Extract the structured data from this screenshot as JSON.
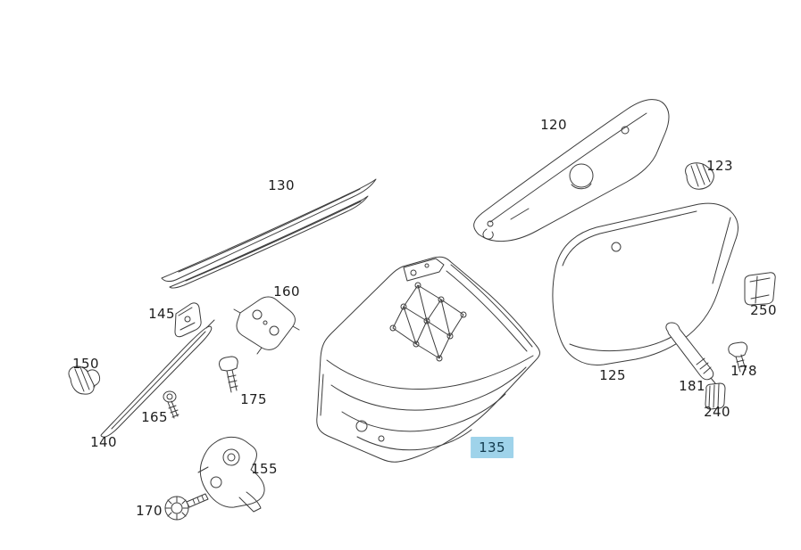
{
  "diagram": {
    "type": "exploded-parts-diagram",
    "subject": "steering-column-covers",
    "background": "#ffffff",
    "line_color": "#3c3c3c",
    "highlight_color": "#9fd3ea",
    "selected_part": "135"
  },
  "parts": [
    {
      "label": "120",
      "highlighted": false
    },
    {
      "label": "123",
      "highlighted": false
    },
    {
      "label": "130",
      "highlighted": false
    },
    {
      "label": "125",
      "highlighted": false
    },
    {
      "label": "250",
      "highlighted": false
    },
    {
      "label": "135",
      "highlighted": true
    },
    {
      "label": "160",
      "highlighted": false
    },
    {
      "label": "145",
      "highlighted": false
    },
    {
      "label": "150",
      "highlighted": false
    },
    {
      "label": "140",
      "highlighted": false
    },
    {
      "label": "165",
      "highlighted": false
    },
    {
      "label": "175",
      "highlighted": false
    },
    {
      "label": "155",
      "highlighted": false
    },
    {
      "label": "170",
      "highlighted": false
    },
    {
      "label": "181",
      "highlighted": false
    },
    {
      "label": "178",
      "highlighted": false
    },
    {
      "label": "240",
      "highlighted": false
    }
  ]
}
